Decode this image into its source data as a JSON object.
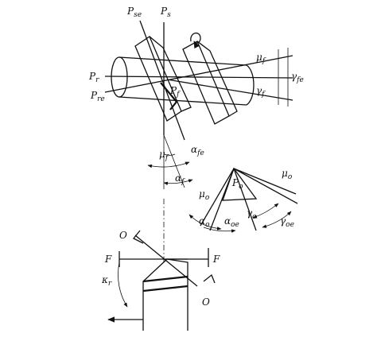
{
  "labels": {
    "p_se": {
      "main": "P",
      "sub": "se"
    },
    "p_s": {
      "main": "P",
      "sub": "s"
    },
    "p_r": {
      "main": "P",
      "sub": "r"
    },
    "p_re": {
      "main": "P",
      "sub": "re"
    },
    "p_f": {
      "main": "P",
      "sub": "f"
    },
    "mu_f_right": {
      "main": "μ",
      "sub": "f"
    },
    "gamma_fe": {
      "main": "γ",
      "sub": "fe"
    },
    "gamma_f": {
      "main": "γ",
      "sub": "f"
    },
    "mu_f_mid": {
      "main": "μ",
      "sub": "f"
    },
    "alpha_fe": {
      "main": "α",
      "sub": "fe"
    },
    "alpha_f": {
      "main": "α",
      "sub": "f"
    },
    "mu_o_right": {
      "main": "μ",
      "sub": "o"
    },
    "p_o": {
      "main": "P",
      "sub": "o"
    },
    "mu_o_left": {
      "main": "μ",
      "sub": "o"
    },
    "alpha_o": {
      "main": "α",
      "sub": "o"
    },
    "alpha_oe": {
      "main": "α",
      "sub": "oe"
    },
    "gamma_o": {
      "main": "γ",
      "sub": "o"
    },
    "gamma_oe": {
      "main": "γ",
      "sub": "oe"
    },
    "o_top": "O",
    "o_bottom": "O",
    "f_left": "F",
    "f_right": "F",
    "kappa_r": {
      "main": "κ",
      "sub": "r"
    }
  }
}
